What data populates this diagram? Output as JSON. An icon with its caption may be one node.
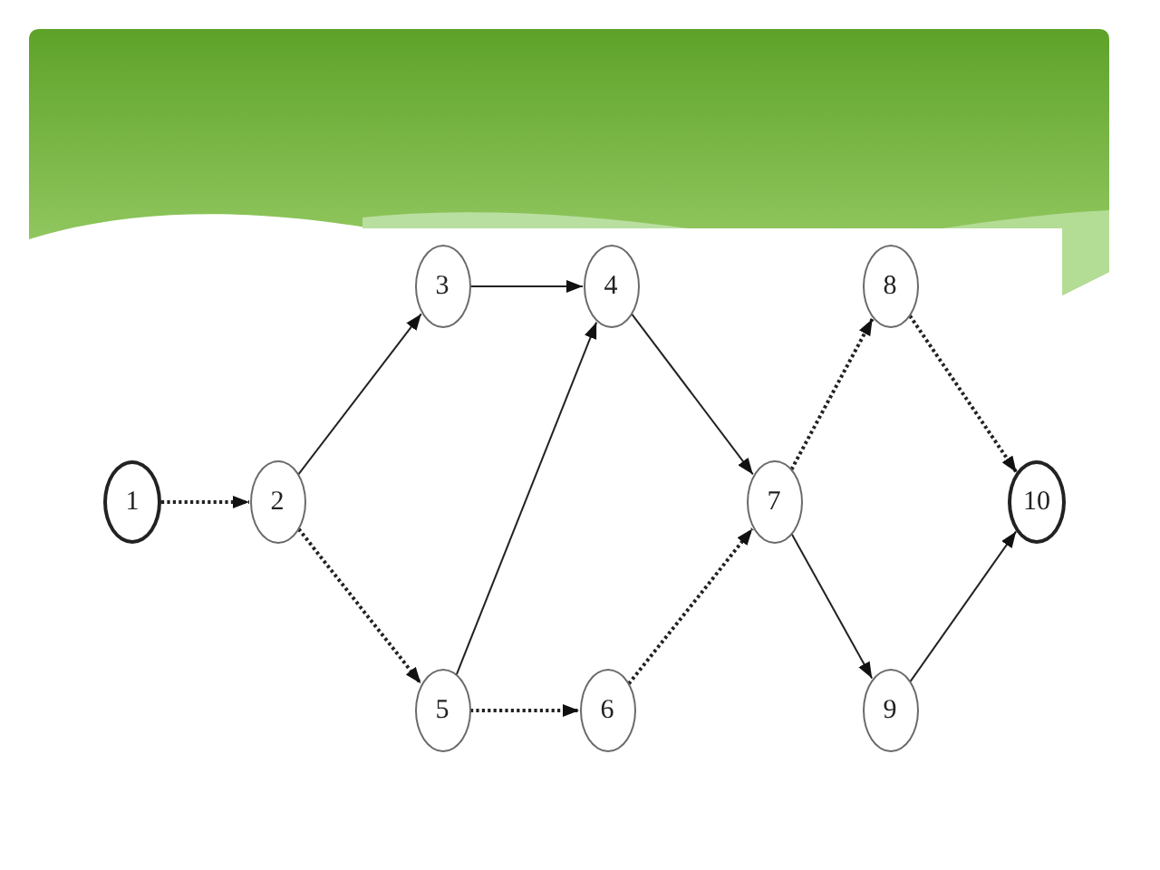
{
  "diagram": {
    "nodes": [
      {
        "text": [
          "1"
        ]
      },
      {
        "text": [
          "2"
        ]
      },
      {
        "text": [
          "3"
        ]
      },
      {
        "text": [
          "4"
        ]
      },
      {
        "text": [
          "5"
        ]
      },
      {
        "text": [
          "6"
        ]
      },
      {
        "text": [
          "7"
        ]
      },
      {
        "text": [
          "8"
        ]
      },
      {
        "text": [
          "9"
        ]
      },
      {
        "text": [
          "10"
        ]
      }
    ],
    "edges": [
      {
        "from": 0,
        "to": 1,
        "arrow": "to",
        "style": "dashed"
      },
      {
        "from": 1,
        "to": 2,
        "arrow": "to"
      },
      {
        "from": 1,
        "to": 4,
        "arrow": "to",
        "style": "dashed"
      },
      {
        "from": 2,
        "to": 3,
        "arrow": "to"
      },
      {
        "from": 4,
        "to": 3,
        "arrow": "to"
      },
      {
        "from": 4,
        "to": 5,
        "arrow": "to",
        "style": "dashed"
      },
      {
        "from": 3,
        "to": 6,
        "arrow": "to"
      },
      {
        "from": 5,
        "to": 6,
        "arrow": "to",
        "style": "dashed"
      },
      {
        "from": 6,
        "to": 7,
        "arrow": "to",
        "style": "dashed"
      },
      {
        "from": 6,
        "to": 8,
        "arrow": "to"
      },
      {
        "from": 7,
        "to": 9,
        "arrow": "to",
        "style": "dashed"
      },
      {
        "from": 8,
        "to": 9,
        "arrow": "to"
      }
    ]
  }
}
